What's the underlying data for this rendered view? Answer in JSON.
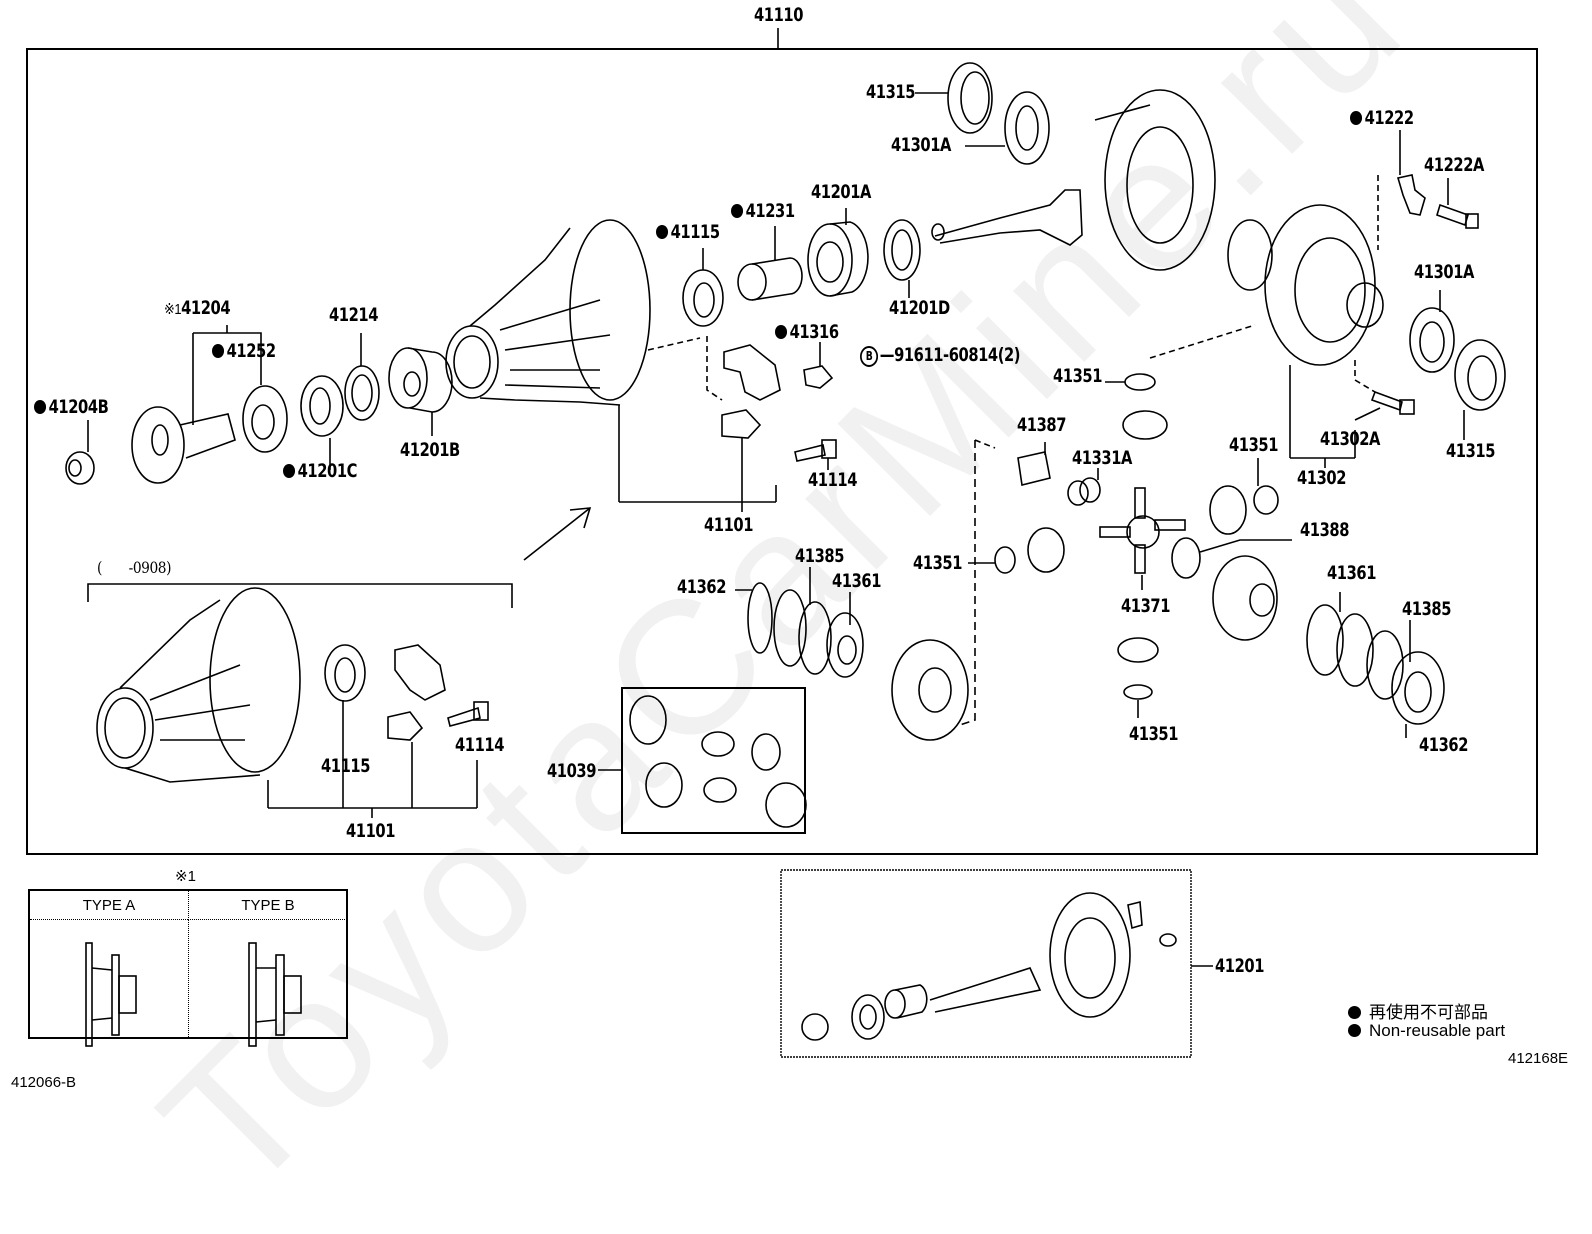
{
  "diagram": {
    "watermark": "ToyotaCarMine.ru",
    "assembly_label": "41110",
    "date_range_label": "(　　-0908)",
    "parts": {
      "p41204": "41204",
      "p41204_note": "※1",
      "p41252": "41252",
      "p41204B": "41204B",
      "p41214": "41214",
      "p41201C": "41201C",
      "p41201B": "41201B",
      "p41115": "41115",
      "p41231": "41231",
      "p41201A": "41201A",
      "p41201D": "41201D",
      "p41316": "41316",
      "bolt_ref": "91611-60814(2)",
      "bolt_ref_symbol": "B",
      "p41315_top": "41315",
      "p41301A_top": "41301A",
      "p41222": "41222",
      "p41222A": "41222A",
      "p41301A_right": "41301A",
      "p41351_a": "41351",
      "p41387": "41387",
      "p41331A": "41331A",
      "p41351_b": "41351",
      "p41302A": "41302A",
      "p41315_right": "41315",
      "p41302": "41302",
      "p41114": "41114",
      "p41101": "41101",
      "p41388": "41388",
      "p41351_c": "41351",
      "p41371": "41371",
      "p41385_left": "41385",
      "p41361_left": "41361",
      "p41362_left": "41362",
      "p41361_right": "41361",
      "p41385_right": "41385",
      "p41362_right": "41362",
      "p41351_d": "41351",
      "p41039": "41039",
      "inset_41115": "41115",
      "inset_41114": "41114",
      "inset_41101": "41101",
      "kit_41201": "41201"
    },
    "type_table": {
      "note": "※1",
      "type_a": "TYPE A",
      "type_b": "TYPE B"
    },
    "legend": {
      "japanese": "再使用不可部品",
      "english": "Non-reusable part"
    },
    "footer": {
      "left_code": "412066-B",
      "right_code": "412168E"
    }
  }
}
